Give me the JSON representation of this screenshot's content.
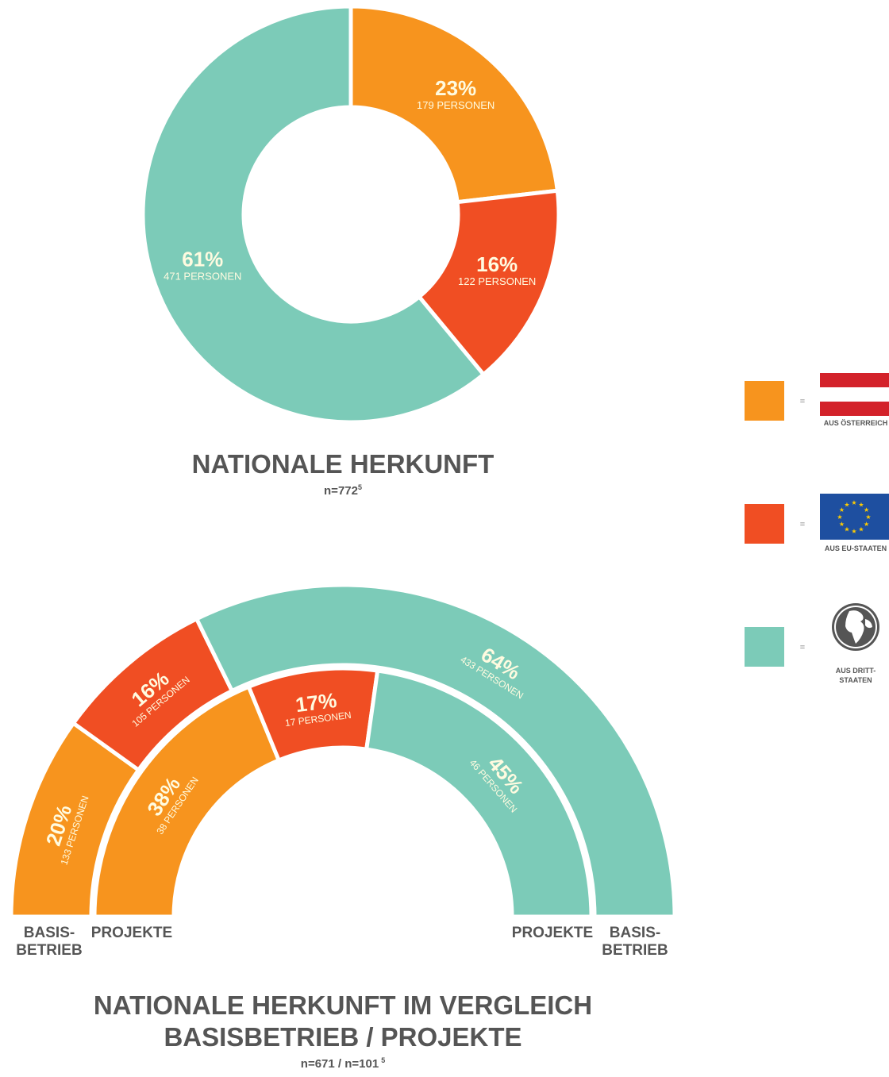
{
  "colors": {
    "austria": "#f7941e",
    "eu": "#f04e23",
    "third": "#7ccbb8",
    "label": "#fffbe0",
    "text": "#555555",
    "flag_red": "#d3222a",
    "eu_blue": "#1e4fa0",
    "eu_star": "#ffcc00",
    "globe": "#555555"
  },
  "chart_data": [
    {
      "type": "pie",
      "variant": "donut",
      "title": "NATIONALE HERKUNFT",
      "subtitle": "n=772",
      "subtitle_sup": "5",
      "slices": [
        {
          "key": "austria",
          "percent": "23%",
          "value": 179,
          "persons": "179 PERSONEN"
        },
        {
          "key": "eu",
          "percent": "16%",
          "value": 122,
          "persons": "122 PERSONEN"
        },
        {
          "key": "third",
          "percent": "61%",
          "value": 471,
          "persons": "471 PERSONEN"
        }
      ]
    },
    {
      "type": "pie",
      "variant": "half-donut",
      "title_lines": [
        "NATIONALE HERKUNFT IM VERGLEICH",
        "BASISBETRIEB / PROJEKTE"
      ],
      "subtitle": "n=671 / n=101",
      "subtitle_sup": "5",
      "rings": [
        {
          "name": "BASISBETRIEB",
          "label_lines": [
            "BASIS-",
            "BETRIEB"
          ],
          "slices": [
            {
              "key": "austria",
              "percent": "20%",
              "value": 133,
              "persons": "133 PERSONEN"
            },
            {
              "key": "eu",
              "percent": "16%",
              "value": 105,
              "persons": "105 PERSONEN"
            },
            {
              "key": "third",
              "percent": "64%",
              "value": 433,
              "persons": "433 PERSONEN"
            }
          ]
        },
        {
          "name": "PROJEKTE",
          "label_lines": [
            "PROJEKTE"
          ],
          "slices": [
            {
              "key": "austria",
              "percent": "38%",
              "value": 38,
              "persons": "38 PERSONEN"
            },
            {
              "key": "eu",
              "percent": "17%",
              "value": 17,
              "persons": "17 PERSONEN"
            },
            {
              "key": "third",
              "percent": "45%",
              "value": 46,
              "persons": "46 PERSONEN"
            }
          ]
        }
      ]
    }
  ],
  "legend": {
    "equals": "=",
    "items": [
      {
        "key": "austria",
        "icon": "austria-flag-icon",
        "caption_lines": [
          "AUS ÖSTERREICH"
        ]
      },
      {
        "key": "eu",
        "icon": "eu-flag-icon",
        "caption_lines": [
          "AUS EU-STAATEN"
        ]
      },
      {
        "key": "third",
        "icon": "globe-icon",
        "caption_lines": [
          "AUS DRITT-",
          "STAATEN"
        ]
      }
    ]
  }
}
